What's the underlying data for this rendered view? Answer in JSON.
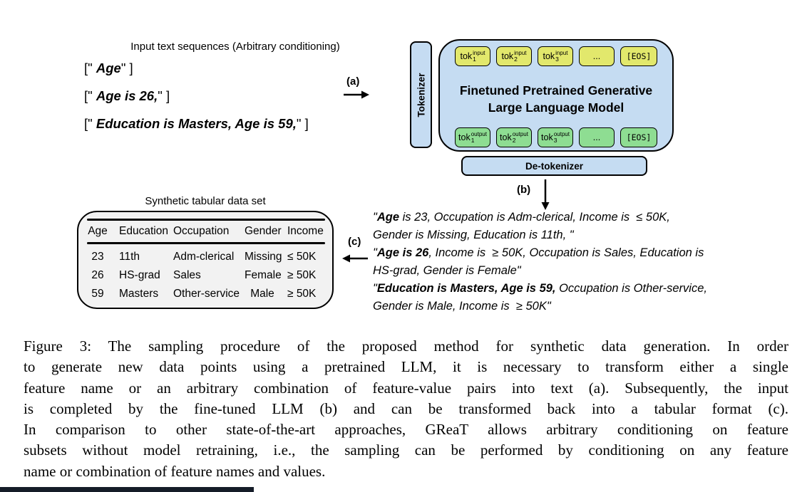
{
  "figure": {
    "input_panel": {
      "title": "Input text sequences (Arbitrary conditioning)",
      "sequences": [
        {
          "open": "[\" ",
          "bold": "Age",
          "close": "\" ]"
        },
        {
          "open": "[\" ",
          "bold": "Age is 26,",
          "close": "\" ]"
        },
        {
          "open": "[\" ",
          "bold": "Education is Masters, Age is 59,",
          "close": "\" ]"
        }
      ]
    },
    "flow_labels": {
      "a": "(a)",
      "b": "(b)",
      "c": "(c)"
    },
    "tokenizer_label": "Tokenizer",
    "llm": {
      "title_line1": "Finetuned Pretrained Generative",
      "title_line2": "Large Language Model",
      "input_tokens": [
        {
          "base": "tok",
          "sub": "1",
          "sup": "input"
        },
        {
          "base": "tok",
          "sub": "2",
          "sup": "input"
        },
        {
          "base": "tok",
          "sub": "3",
          "sup": "input"
        },
        {
          "plain": "..."
        },
        {
          "plain": "[EOS]"
        }
      ],
      "output_tokens": [
        {
          "base": "tok",
          "sub": "1",
          "sup": "output"
        },
        {
          "base": "tok",
          "sub": "2",
          "sup": "output"
        },
        {
          "base": "tok",
          "sub": "3",
          "sup": "output"
        },
        {
          "plain": "..."
        },
        {
          "plain": "[EOS]"
        }
      ]
    },
    "detokenizer_label": "De-tokenizer",
    "generated_lines": [
      {
        "pre": "\"",
        "bold": "Age",
        "rest": " is 23, Occupation is Adm-clerical, Income is  ≤ 50K,"
      },
      {
        "pre": "",
        "bold": "",
        "rest": "Gender is Missing, Education is 11th, \""
      },
      {
        "pre": "\"",
        "bold": "Age is 26",
        "rest": ", Income is  ≥ 50K, Occupation is Sales, Education is"
      },
      {
        "pre": "",
        "bold": "",
        "rest": "HS-grad, Gender is Female\""
      },
      {
        "pre": "\"",
        "bold": "Education is Masters, Age is 59,",
        "rest": " Occupation is Other-service,"
      },
      {
        "pre": "",
        "bold": "",
        "rest": "Gender is Male, Income is  ≥ 50K\""
      }
    ],
    "table": {
      "title": "Synthetic tabular data set",
      "headers": [
        "Age",
        "Education",
        "Occupation",
        "Gender",
        "Income"
      ],
      "rows": [
        [
          "23",
          "11th",
          "Adm-clerical",
          "Missing",
          "≤ 50K"
        ],
        [
          "26",
          "HS-grad",
          "Sales",
          "Female",
          "≥ 50K"
        ],
        [
          "59",
          "Masters",
          "Other-service",
          "Male",
          "≥ 50K"
        ]
      ]
    },
    "colors": {
      "box_blue": "#c5dcf2",
      "token_yellow": "#e2e86c",
      "token_green": "#8edd92",
      "table_fill": "#f2f2f2",
      "bottom_bar": "#151c28"
    }
  },
  "caption": {
    "lines": [
      "Figure 3: The sampling procedure of the proposed method for synthetic data generation. In order",
      "to generate new data points using a pretrained LLM, it is necessary to transform either a single",
      "feature name or an arbitrary combination of feature-value pairs into text (a). Subsequently, the input",
      "is completed by the fine-tuned LLM (b) and can be transformed back into a tabular format (c).",
      "In comparison to other state-of-the-art approaches, GReaT allows arbitrary conditioning on feature",
      "subsets without model retraining, i.e., the sampling can be performed by conditioning on any feature",
      "name or combination of feature names and values."
    ]
  }
}
